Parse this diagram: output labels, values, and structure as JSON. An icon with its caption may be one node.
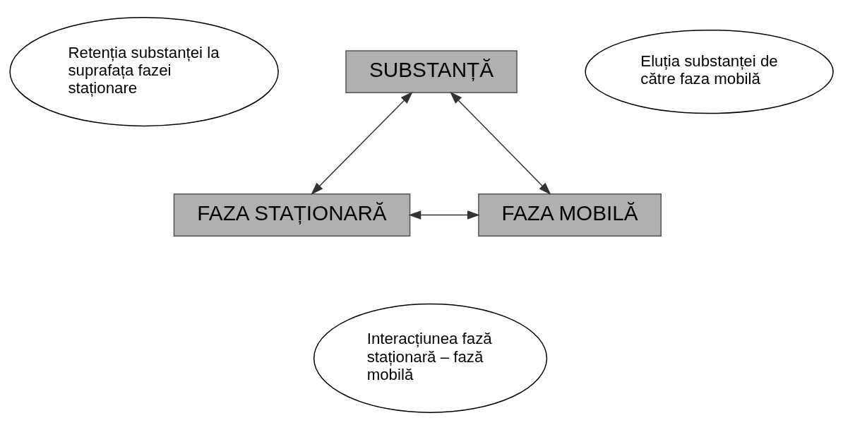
{
  "diagram": {
    "nodes": [
      {
        "text": [
          "Retenția substanței la suprafața fazei staționare"
        ]
      },
      {
        "text": [
          "SUBSTANȚĂ"
        ]
      },
      {
        "text": [
          "Eluția substanței de către faza mobilă"
        ]
      },
      {
        "text": [
          "FAZA STAȚIONARĂ"
        ]
      },
      {
        "text": [
          "FAZA MOBILĂ"
        ]
      },
      {
        "text": [
          "Interacțiunea fază staționară – fază mobilă"
        ]
      }
    ],
    "edges": [
      {
        "from": 1,
        "to": 3,
        "arrow": "both"
      },
      {
        "from": 1,
        "to": 4,
        "arrow": "both"
      },
      {
        "from": 3,
        "to": 4,
        "arrow": "both"
      }
    ]
  }
}
